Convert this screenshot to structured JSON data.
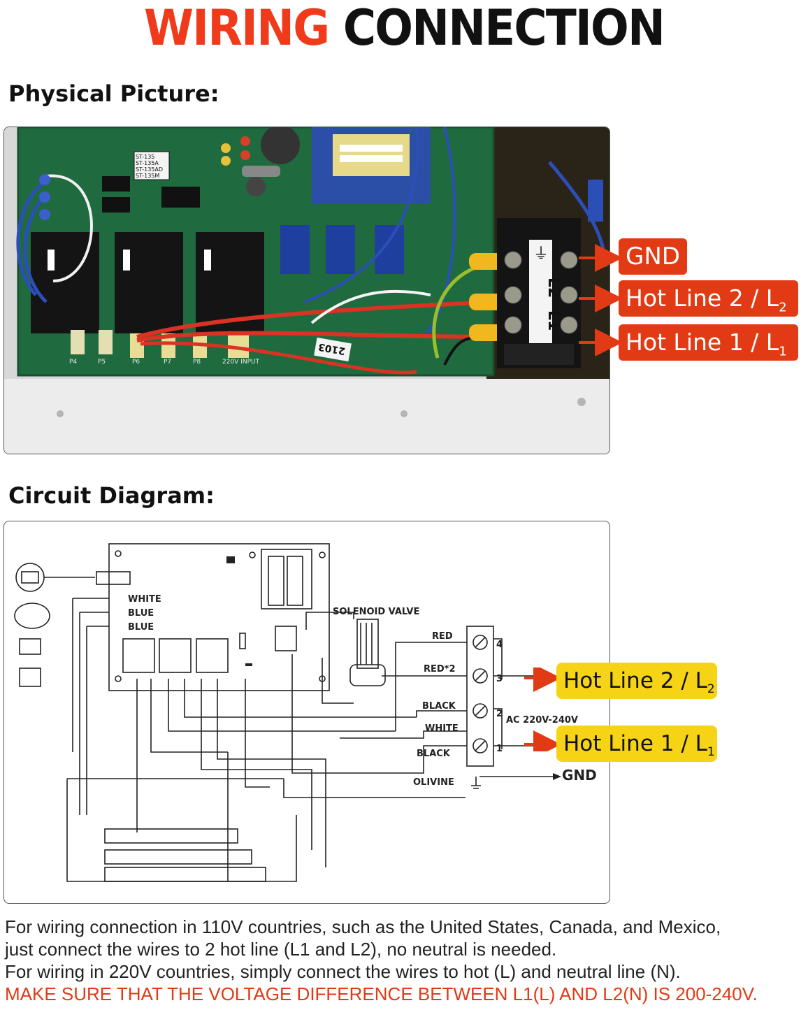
{
  "title": {
    "part1": "WIRING",
    "part2": "CONNECTION"
  },
  "physical": {
    "heading": "Physical Picture:",
    "board_labels": {
      "l2": "L2",
      "l1": "L1",
      "tag": "2103",
      "st": [
        "ST-135",
        "ST-135A",
        "ST-135AD",
        "ST-135M"
      ],
      "input_220": "220V INPUT",
      "p_labels": [
        "P4",
        "P5",
        "P6",
        "P7",
        "P8"
      ],
      "ground_symbol": "⏚"
    },
    "callouts": {
      "gnd": "GND",
      "hot2": "Hot Line 2 / L",
      "hot2_sub": "2",
      "hot1": "Hot Line 1 / L",
      "hot1_sub": "1"
    }
  },
  "circuit": {
    "heading": "Circuit Diagram:",
    "wire_labels": {
      "white": "WHITE",
      "blue1": "BLUE",
      "blue2": "BLUE",
      "solenoid": "SOLENOID VALVE",
      "red": "RED",
      "red2": "RED*2",
      "black1": "BLACK",
      "white2": "WHITE",
      "black2": "BLACK",
      "olivine": "OLIVINE",
      "ac": "AC 220V-240V",
      "gnd": "GND",
      "t4": "4",
      "t3": "3",
      "t2": "2",
      "t1": "1"
    },
    "callouts": {
      "hot2": "Hot Line 2 / L",
      "hot2_sub": "2",
      "hot1": "Hot Line 1 / L",
      "hot1_sub": "1"
    }
  },
  "footer": {
    "line1": "For wiring connection in 110V countries, such as the United States, Canada, and Mexico,",
    "line2": "just connect the wires to 2 hot line (L1 and L2), no neutral is needed.",
    "line3": "For wiring in 220V countries, simply connect the wires to hot (L) and neutral line (N).",
    "warning": "MAKE SURE THAT THE VOLTAGE DIFFERENCE BETWEEN L1(L) AND L2(N) IS 200-240V."
  },
  "colors": {
    "accent_red": "#e23a14",
    "callout_yellow": "#f6d415",
    "pcb_green": "#1f6b3f",
    "arrow_red": "#e23a14"
  }
}
